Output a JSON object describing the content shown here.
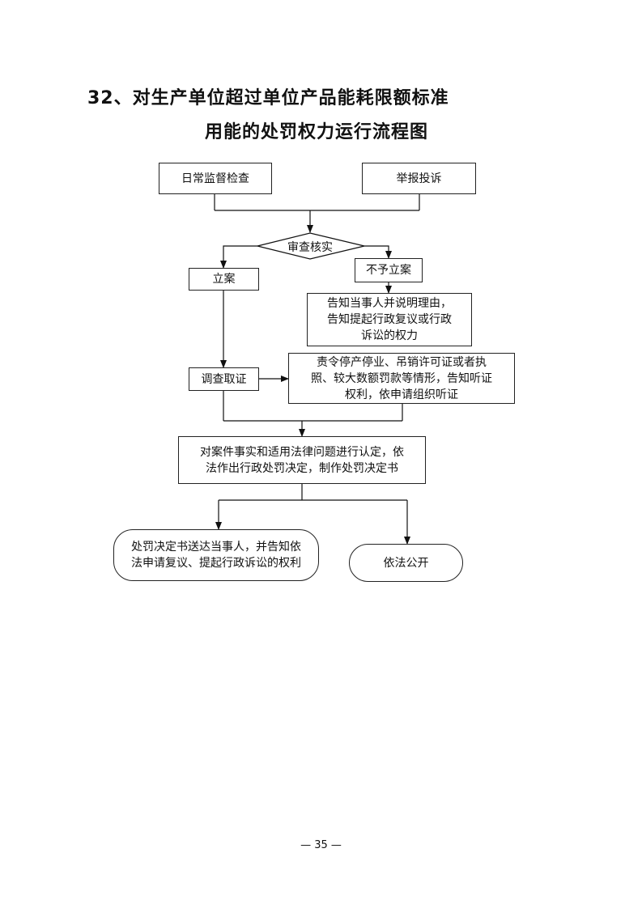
{
  "title": {
    "line1": "32、对生产单位超过单位产品能耗限额标准",
    "line2": "用能的处罚权力运行流程图"
  },
  "nodes": {
    "daily_inspection": "日常监督检查",
    "report_complaint": "举报投诉",
    "review_verify": "审查核实",
    "file_case": "立案",
    "not_file_case": "不予立案",
    "notify_party": "告知当事人并说明理由，\n告知提起行政复议或行政\n诉讼的权力",
    "investigate": "调查取证",
    "hearing_notice": "责令停产停业、吊销许可证或者执\n照、较大数额罚款等情形，告知听证\n权利，依申请组织听证",
    "decision": "对案件事实和适用法律问题进行认定，依\n法作出行政处罚决定，制作处罚决定书",
    "deliver": "处罚决定书送达当事人，并告知依\n法申请复议、提起行政诉讼的权利",
    "publish": "依法公开"
  },
  "page_number": "— 35 —"
}
